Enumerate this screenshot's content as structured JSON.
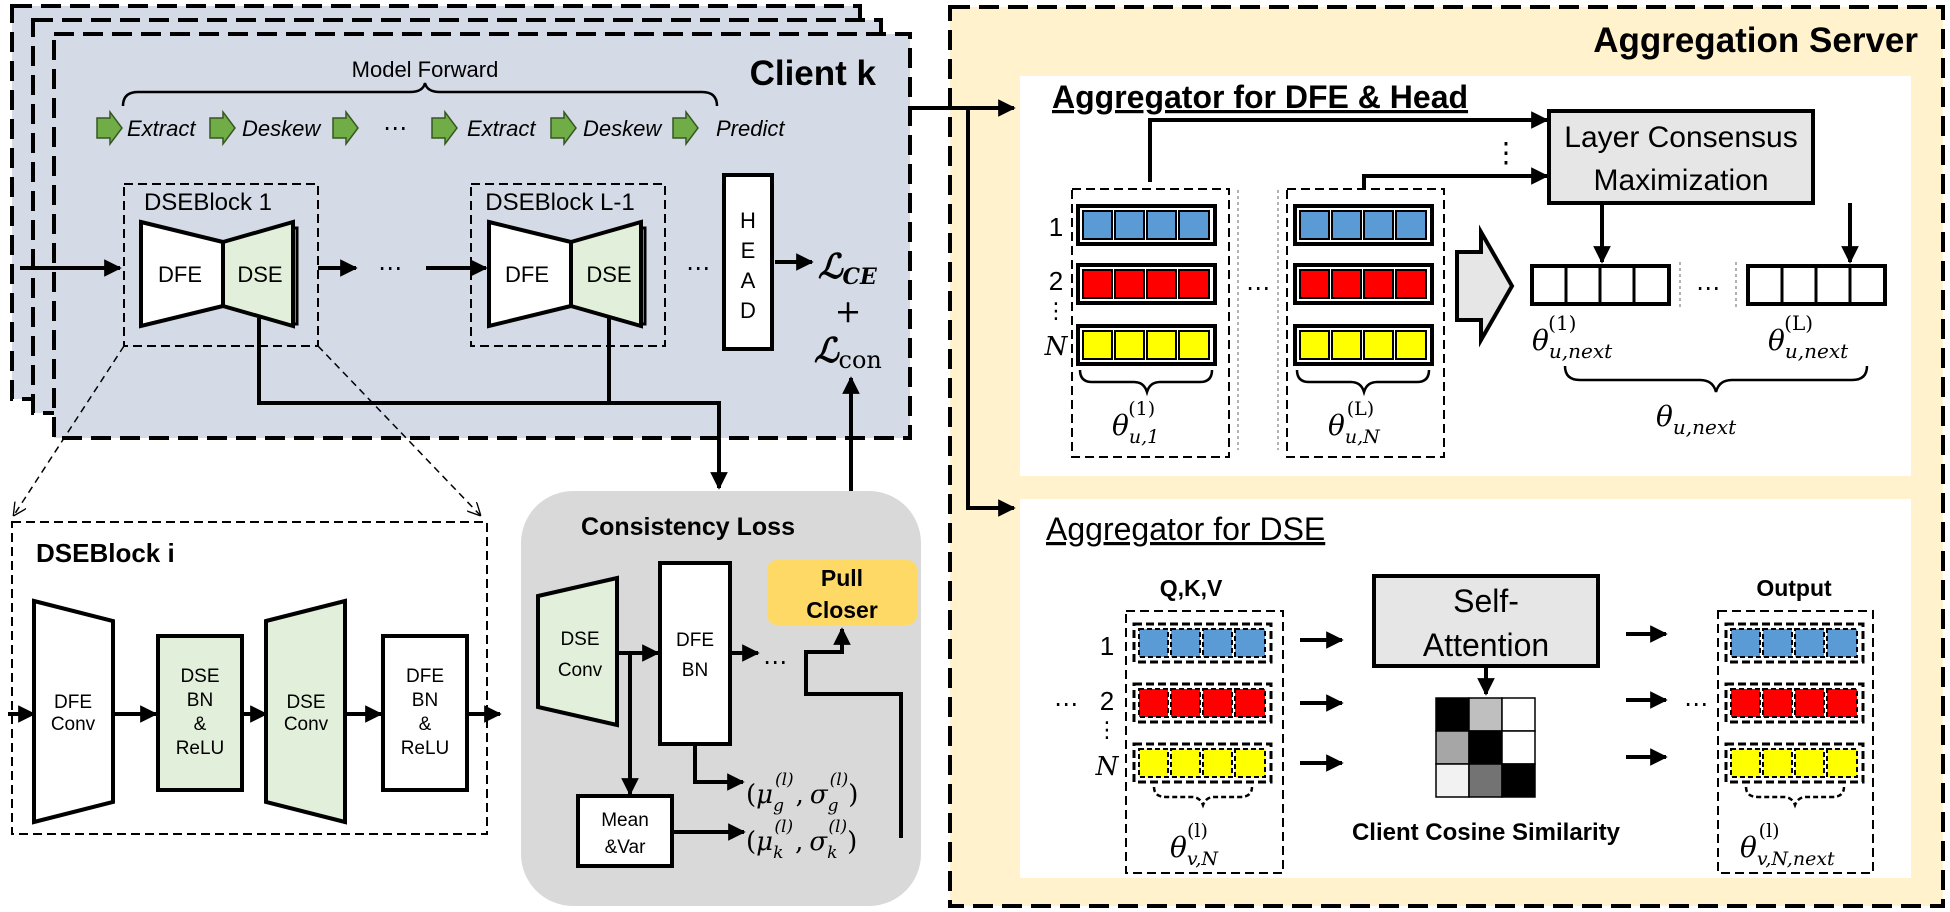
{
  "client": {
    "title": "Client k",
    "model_forward": "Model Forward",
    "steps": [
      "Extract",
      "Deskew",
      "⋯",
      "Extract",
      "Deskew",
      "Predict"
    ],
    "block1_title": "DSEBlock 1",
    "blockL_title": "DSEBlock L-1",
    "dfe": "DFE",
    "dse": "DSE",
    "dots": "⋯",
    "head_letters": [
      "H",
      "E",
      "A",
      "D"
    ],
    "loss_ce": "ℒ",
    "loss_ce_sub": "CE",
    "plus": "+",
    "loss_con": "ℒ",
    "loss_con_sub": "con"
  },
  "dseblock_i": {
    "title": "DSEBlock i",
    "dfe_conv": [
      "DFE",
      "Conv"
    ],
    "dse_bn": [
      "DSE",
      "BN",
      "&",
      "ReLU"
    ],
    "dse_conv": [
      "DSE",
      "Conv"
    ],
    "dfe_bn": [
      "DFE",
      "BN",
      "&",
      "ReLU"
    ]
  },
  "consistency": {
    "title": "Consistency Loss",
    "dse_conv": [
      "DSE",
      "Conv"
    ],
    "dfe_bn": [
      "DFE",
      "BN"
    ],
    "dots": "⋯",
    "pull_closer": [
      "Pull",
      "Closer"
    ],
    "mean_var": [
      "Mean",
      "&Var"
    ],
    "mu": "μ",
    "sigma": "σ",
    "sub_g": "g",
    "sub_k": "k",
    "sup_l": "(l)",
    "open": "(",
    "close": ")",
    "comma": ","
  },
  "server": {
    "title": "Aggregation Server",
    "agg_dfe": {
      "title": "Aggregator for DFE & Head",
      "lcm": [
        "Layer Consensus",
        "Maximization"
      ],
      "row_labels": [
        "1",
        "2",
        "N"
      ],
      "vdots": "⋮",
      "dots": "⋯",
      "theta": "θ",
      "sub_u1": "u,1",
      "sub_uN": "u,N",
      "sub_next": "u,next",
      "sup_1": "(1)",
      "sup_L": "(L)"
    },
    "agg_dse": {
      "title": "Aggregator for DSE",
      "qkv": "Q,K,V",
      "output": "Output",
      "self_attention": [
        "Self-",
        "Attention"
      ],
      "cosine": "Client Cosine Similarity",
      "row_labels": [
        "1",
        "2",
        "N"
      ],
      "vdots": "⋮",
      "dots": "⋯",
      "theta": "θ",
      "sub_vN": "v,N",
      "sub_vNnext": "v,N,next",
      "sup_l": "(l)",
      "similarity_matrix": [
        [
          1.0,
          0.25,
          0.0
        ],
        [
          0.35,
          1.0,
          0.0
        ],
        [
          0.05,
          0.55,
          1.0
        ]
      ]
    }
  },
  "colors": {
    "client_bg": "#d5dbe6",
    "green_fill": "#e2efda",
    "server_bg": "#fff2cc",
    "consistency_bg": "#d9d9d9",
    "pull_closer": "#ffd966",
    "lcm_fill": "#e6e6e6",
    "blue": "#5b9bd5",
    "red": "#ff0000",
    "yellow": "#ffff00",
    "arrow_green": "#70ad47"
  }
}
